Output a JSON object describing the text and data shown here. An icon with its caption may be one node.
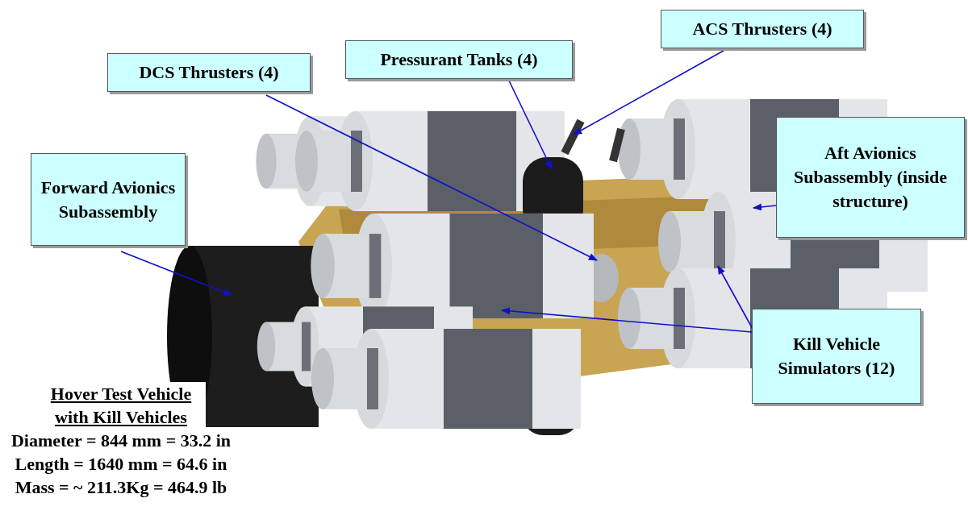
{
  "diagram": {
    "nodes": [
      {
        "text": [
          "Forward Avionics Subassembly"
        ]
      },
      {
        "text": [
          "DCS Thrusters (4)"
        ]
      },
      {
        "text": [
          "Pressurant Tanks (4)"
        ]
      },
      {
        "text": [
          "ACS Thrusters (4)"
        ]
      },
      {
        "text": [
          "Aft Avionics Subassembly (inside structure)"
        ]
      },
      {
        "text": [
          "Kill Vehicle Simulators (12)"
        ]
      }
    ],
    "edges": [
      {
        "from": 0,
        "to": null,
        "arrow": "to"
      },
      {
        "from": 1,
        "to": null,
        "arrow": "to"
      },
      {
        "from": 2,
        "to": null,
        "arrow": "to"
      },
      {
        "from": 3,
        "to": null,
        "arrow": "to"
      },
      {
        "from": 4,
        "to": null,
        "arrow": "to"
      },
      {
        "from": 5,
        "to": null,
        "arrow": "to"
      },
      {
        "from": 5,
        "to": null,
        "arrow": "to"
      }
    ],
    "labels": [
      "Hover Test Vehicle with Kill Vehicles",
      "Diameter = 844 mm = 33.2 in",
      "Length = 1640 mm = 64.6 in",
      "Mass = ~ 211.3Kg = 464.9 lb"
    ]
  }
}
